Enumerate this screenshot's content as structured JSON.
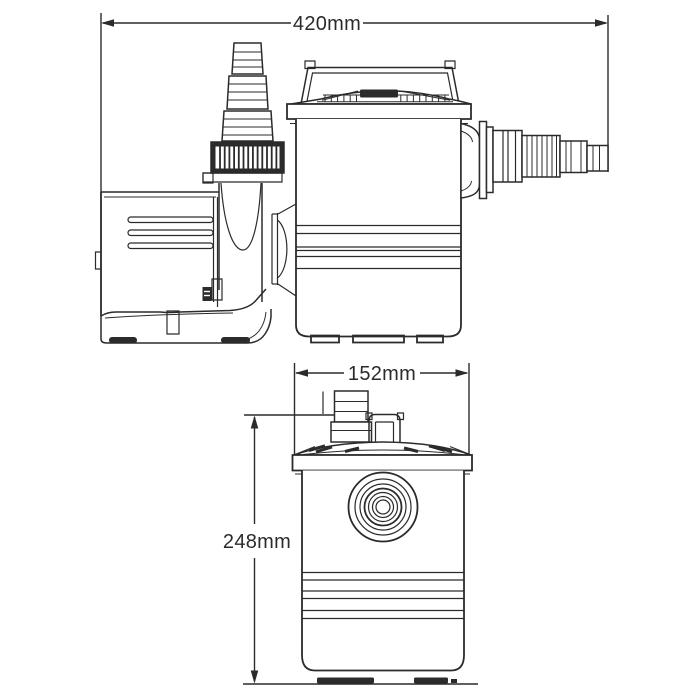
{
  "colors": {
    "line": "#2b2b2b",
    "background": "#ffffff"
  },
  "dimensions": {
    "overall_length": {
      "label": "420mm"
    },
    "body_width": {
      "label": "152mm"
    },
    "body_height": {
      "label": "248mm"
    }
  }
}
